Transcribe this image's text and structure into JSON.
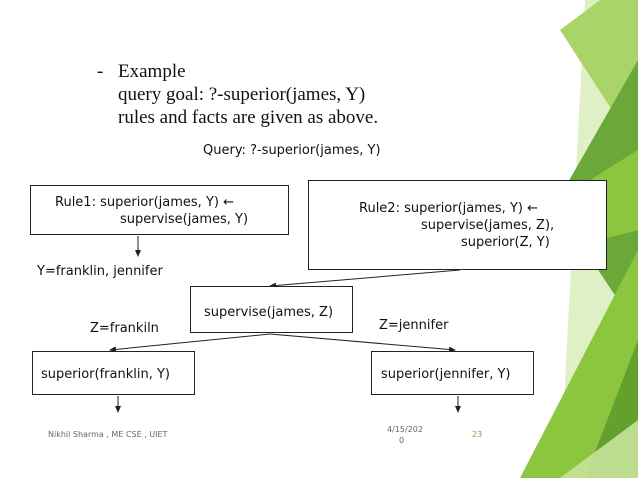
{
  "intro": {
    "dash": "-",
    "lines": [
      "Example",
      "query goal: ?-superior(james, Y)",
      "rules and facts are given as above."
    ]
  },
  "query": "Query: ?-superior(james, Y)",
  "boxes": {
    "rule1": [
      "Rule1: superior(james, Y) ←",
      "supervise(james, Y)"
    ],
    "rule2": [
      "Rule2: superior(james, Y) ←",
      "supervise(james, Z),",
      "superior(Z, Y)"
    ],
    "supervise_z": "supervise(james, Z)",
    "superior_franklin": "superior(franklin, Y)",
    "superior_jennifer": "superior(jennifer, Y)"
  },
  "labels": {
    "y_binding": "Y=franklin, jennifer",
    "z_franklin": "Z=frankiln",
    "z_jennifer": "Z=jennifer"
  },
  "footer": {
    "author": "Nikhil Sharma , ME CSE , UIET",
    "date_line1": "4/15/202",
    "date_line2": "0",
    "page": "23"
  },
  "colors": {
    "accent_green": "#8cc63f",
    "accent_dark": "#5a9a2a",
    "accent_light": "#c7e39a"
  }
}
